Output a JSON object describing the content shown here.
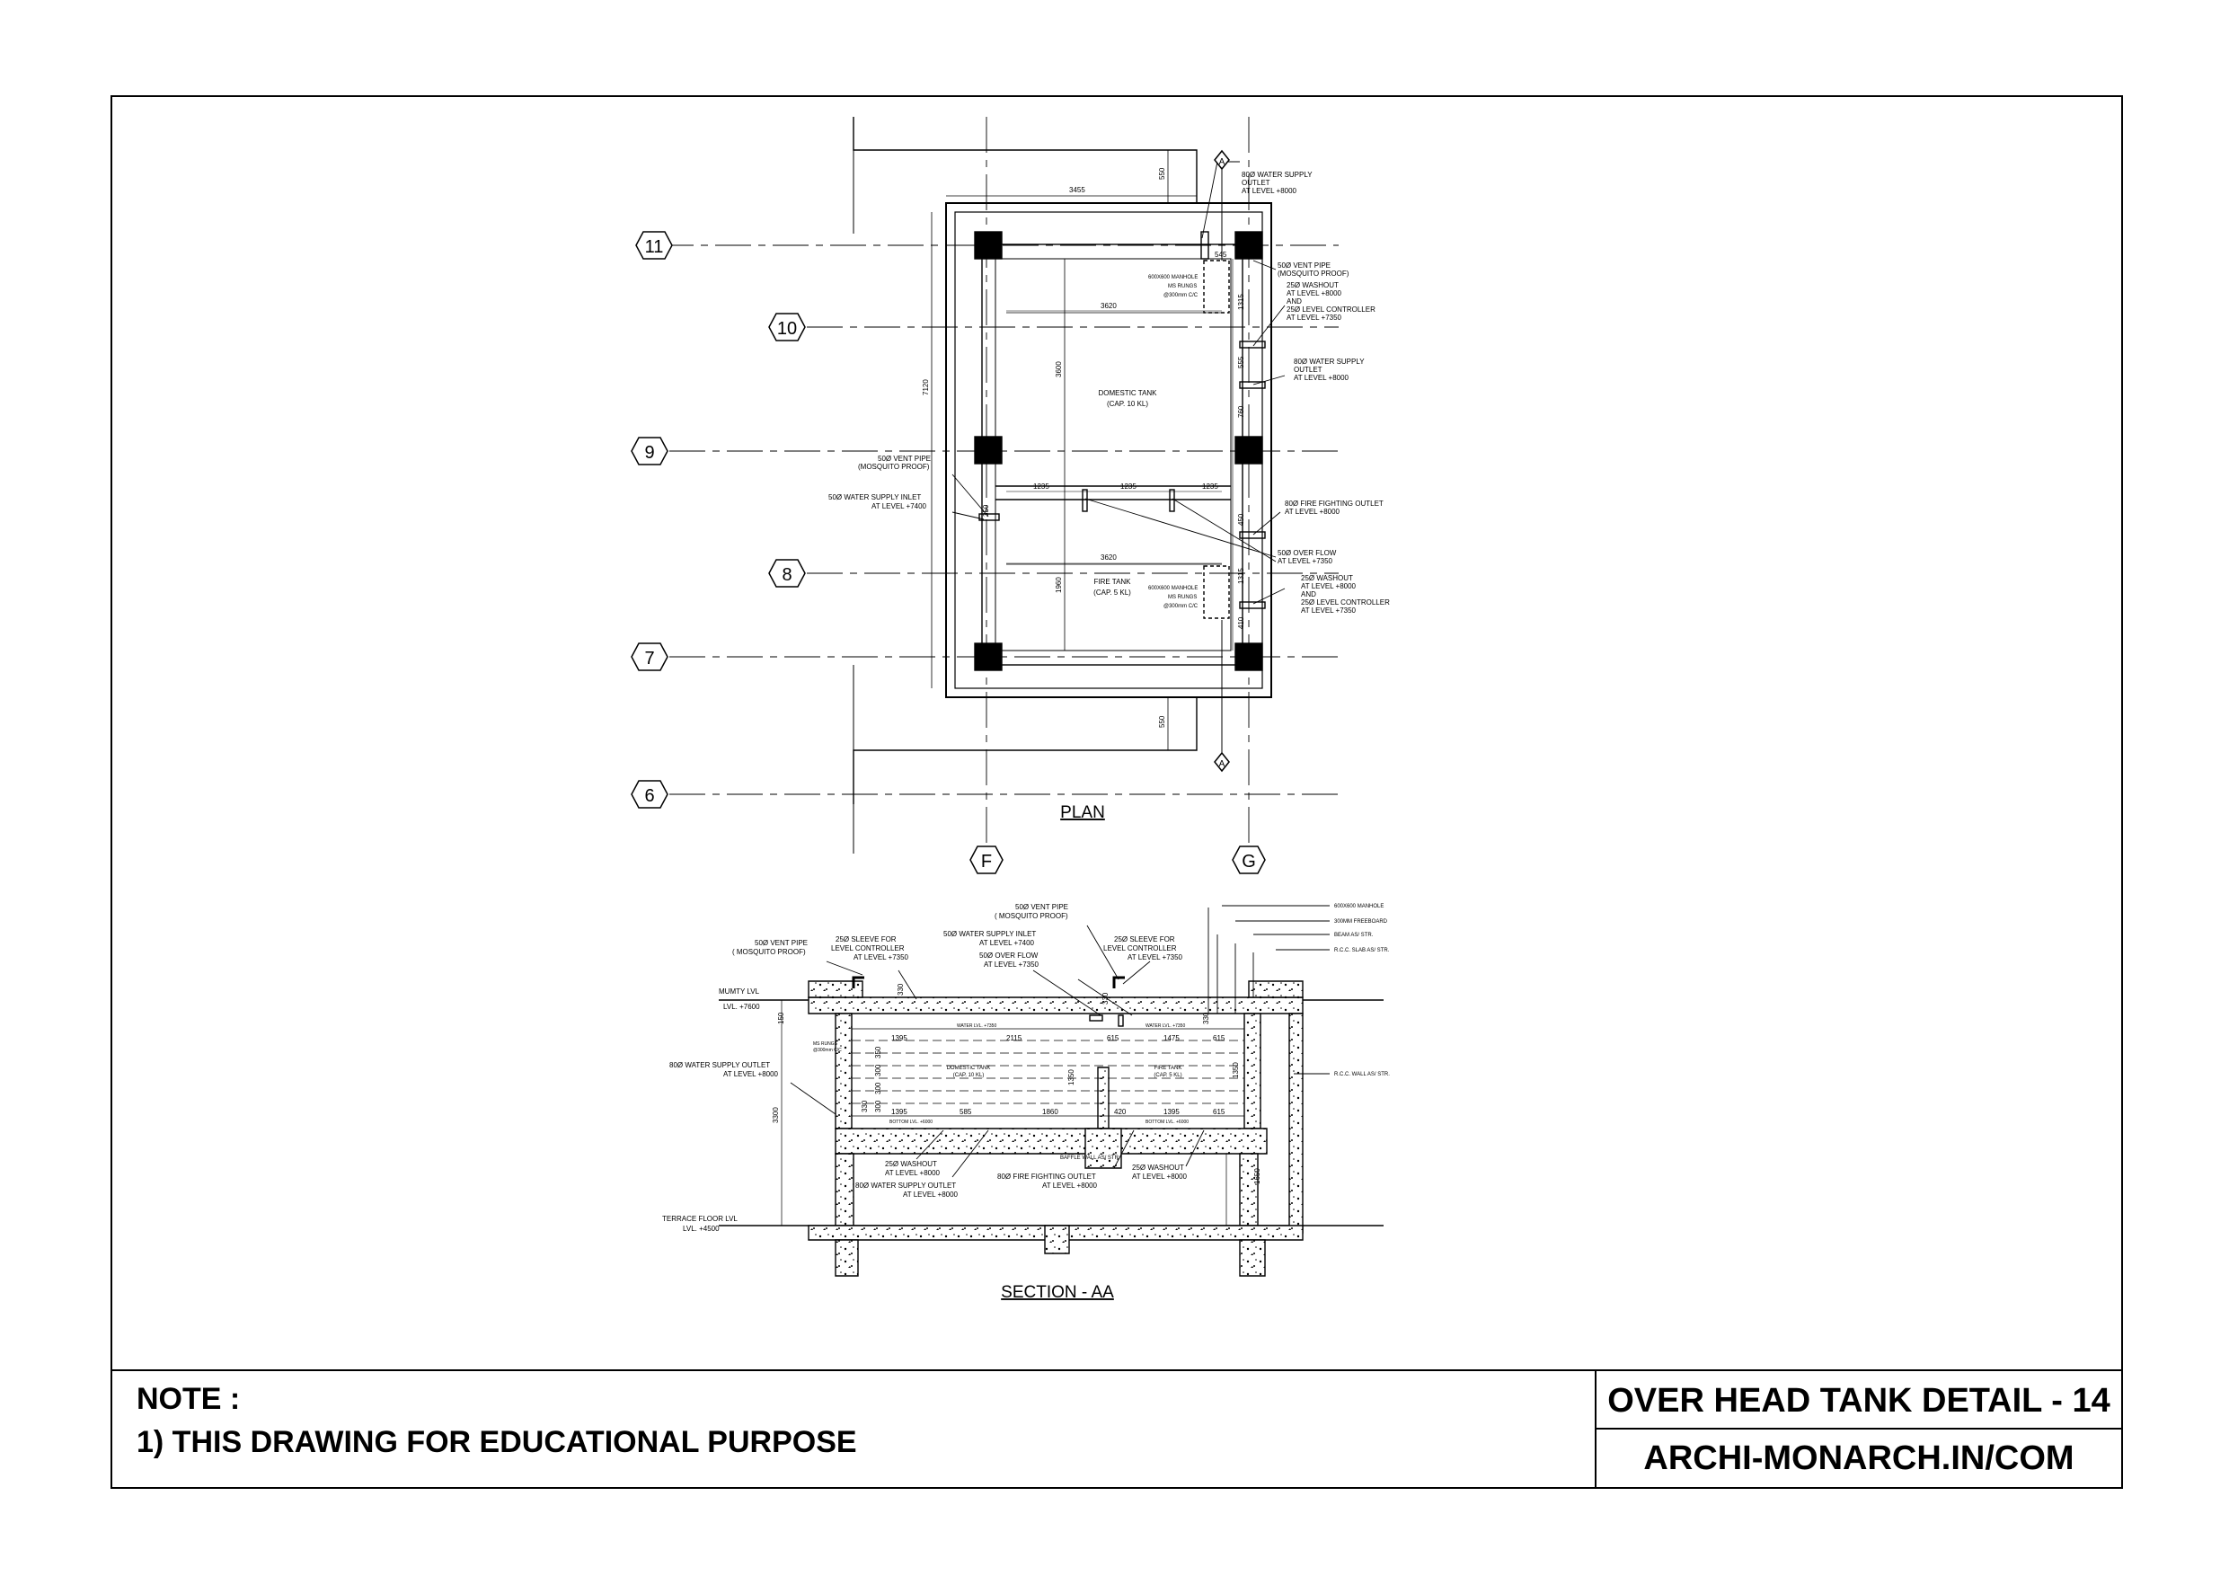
{
  "plan": {
    "title": "PLAN",
    "grid_rows": [
      "11",
      "10",
      "9",
      "8",
      "7",
      "6"
    ],
    "grid_cols": [
      "F",
      "G"
    ],
    "section_marker": "A",
    "dims": {
      "top_width": "3455",
      "top_offset": "550",
      "bottom_offset": "550",
      "overall_height": "7120",
      "domestic_width": "3620",
      "fire_width": "3620",
      "domestic_height": "3600",
      "fire_height": "1960",
      "span_a": "1235",
      "span_b": "1235",
      "span_c": "1235",
      "r1": "545",
      "r2": "1315",
      "r3": "555",
      "r4": "760",
      "r5": "450",
      "r6": "1315",
      "r7": "410",
      "inlet_dim": "350"
    },
    "tanks": {
      "domestic_name": "DOMESTIC TANK",
      "domestic_cap": "(CAP. 10 KL)",
      "fire_name": "FIRE TANK",
      "fire_cap": "(CAP. 5 KL)"
    },
    "manhole": {
      "line1": "600X600 MANHOLE",
      "line2": "MS RUNGS",
      "line3": "@300mm C/C"
    },
    "callouts": {
      "c1": [
        "80Ø WATER SUPPLY",
        "OUTLET",
        "AT LEVEL +8000"
      ],
      "c2": [
        "50Ø VENT PIPE",
        "(MOSQUITO PROOF)"
      ],
      "c3": [
        "25Ø WASHOUT",
        "AT LEVEL +8000",
        "AND",
        "25Ø LEVEL CONTROLLER",
        "AT LEVEL +7350"
      ],
      "c4": [
        "80Ø WATER SUPPLY",
        "OUTLET",
        "AT LEVEL +8000"
      ],
      "c5": [
        "50Ø VENT PIPE",
        "(MOSQUITO PROOF)"
      ],
      "c6": [
        "50Ø WATER SUPPLY INLET",
        "AT LEVEL +7400"
      ],
      "c7": [
        "80Ø FIRE FIGHTING OUTLET",
        "AT LEVEL +8000"
      ],
      "c8": [
        "50Ø OVER FLOW",
        "AT LEVEL +7350"
      ],
      "c9": [
        "25Ø WASHOUT",
        "AT LEVEL +8000",
        "AND",
        "25Ø LEVEL CONTROLLER",
        "AT LEVEL +7350"
      ]
    }
  },
  "section": {
    "title": "SECTION - AA",
    "mumty_lvl": [
      "MUMTY LVL",
      "LVL. +7600"
    ],
    "terrace_lvl": [
      "TERRACE FLOOR LVL",
      "LVL. +4500"
    ],
    "left_labels": {
      "vent": [
        "50Ø VENT PIPE",
        "( MOSQUITO PROOF)"
      ],
      "sleeve": [
        "25Ø SLEEVE FOR",
        "LEVEL CONTROLLER",
        "AT LEVEL +7350"
      ],
      "outlet": [
        "80Ø WATER SUPPLY OUTLET",
        "AT LEVEL +8000"
      ]
    },
    "mid_labels": {
      "vent": [
        "50Ø VENT PIPE",
        "( MOSQUITO PROOF)"
      ],
      "inlet": [
        "50Ø WATER SUPPLY INLET",
        "AT LEVEL +7400"
      ],
      "overflow": [
        "50Ø OVER FLOW",
        "AT LEVEL +7350"
      ],
      "sleeve": [
        "25Ø SLEEVE FOR",
        "LEVEL CONTROLLER",
        "AT LEVEL +7350"
      ]
    },
    "right_labels": [
      "600X600 MANHOLE",
      "300MM FREEBOARD",
      "BEAM AS/ STR.",
      "R.C.C. SLAB AS/ STR.",
      "R.C.C. WALL AS/ STR."
    ],
    "bottom_labels": {
      "washout1": [
        "25Ø WASHOUT",
        "AT LEVEL +8000"
      ],
      "supply": [
        "80Ø WATER SUPPLY OUTLET",
        "AT LEVEL +8000"
      ],
      "baffle": "BAFFLE WALL AS/ STR.",
      "fire": [
        "80Ø FIRE FIGHTING OUTLET",
        "AT LEVEL +8000"
      ],
      "washout2": [
        "25Ø WASHOUT",
        "AT LEVEL +8000"
      ]
    },
    "inner": {
      "water_lvl_1": "WATER LVL. +7350",
      "water_lvl_2": "WATER LVL. +7350",
      "bottom_lvl_1": "BOTTOM LVL. +6000",
      "bottom_lvl_2": "BOTTOM LVL. +6000",
      "domestic": [
        "DOMESTIC TANK",
        "(CAP. 10 KL)"
      ],
      "fire": [
        "FIRE TANK",
        "(CAP. 5 KL)"
      ],
      "rungs": [
        "MS RUNGS",
        "@300mm C/C"
      ]
    },
    "dims": {
      "d1": "1395",
      "d2": "2115",
      "d3": "615",
      "d4": "1475",
      "d5": "615",
      "e1": "1395",
      "e2": "585",
      "e3": "1860",
      "e4": "420",
      "e5": "1395",
      "e6": "615",
      "h1": "330",
      "h2": "150",
      "h3": "3300",
      "h4": "1650",
      "h5": "330",
      "h6": "330",
      "v1": "350",
      "v2": "300",
      "v3": "300",
      "v4": "300",
      "v5": "330",
      "v6": "1350",
      "v7": "1350"
    }
  },
  "note": {
    "heading": "NOTE :",
    "line1": "1) THIS DRAWING FOR EDUCATIONAL PURPOSE"
  },
  "title_block": {
    "title": "OVER HEAD TANK DETAIL - 14",
    "site": "ARCHI-MONARCH.IN/COM"
  }
}
